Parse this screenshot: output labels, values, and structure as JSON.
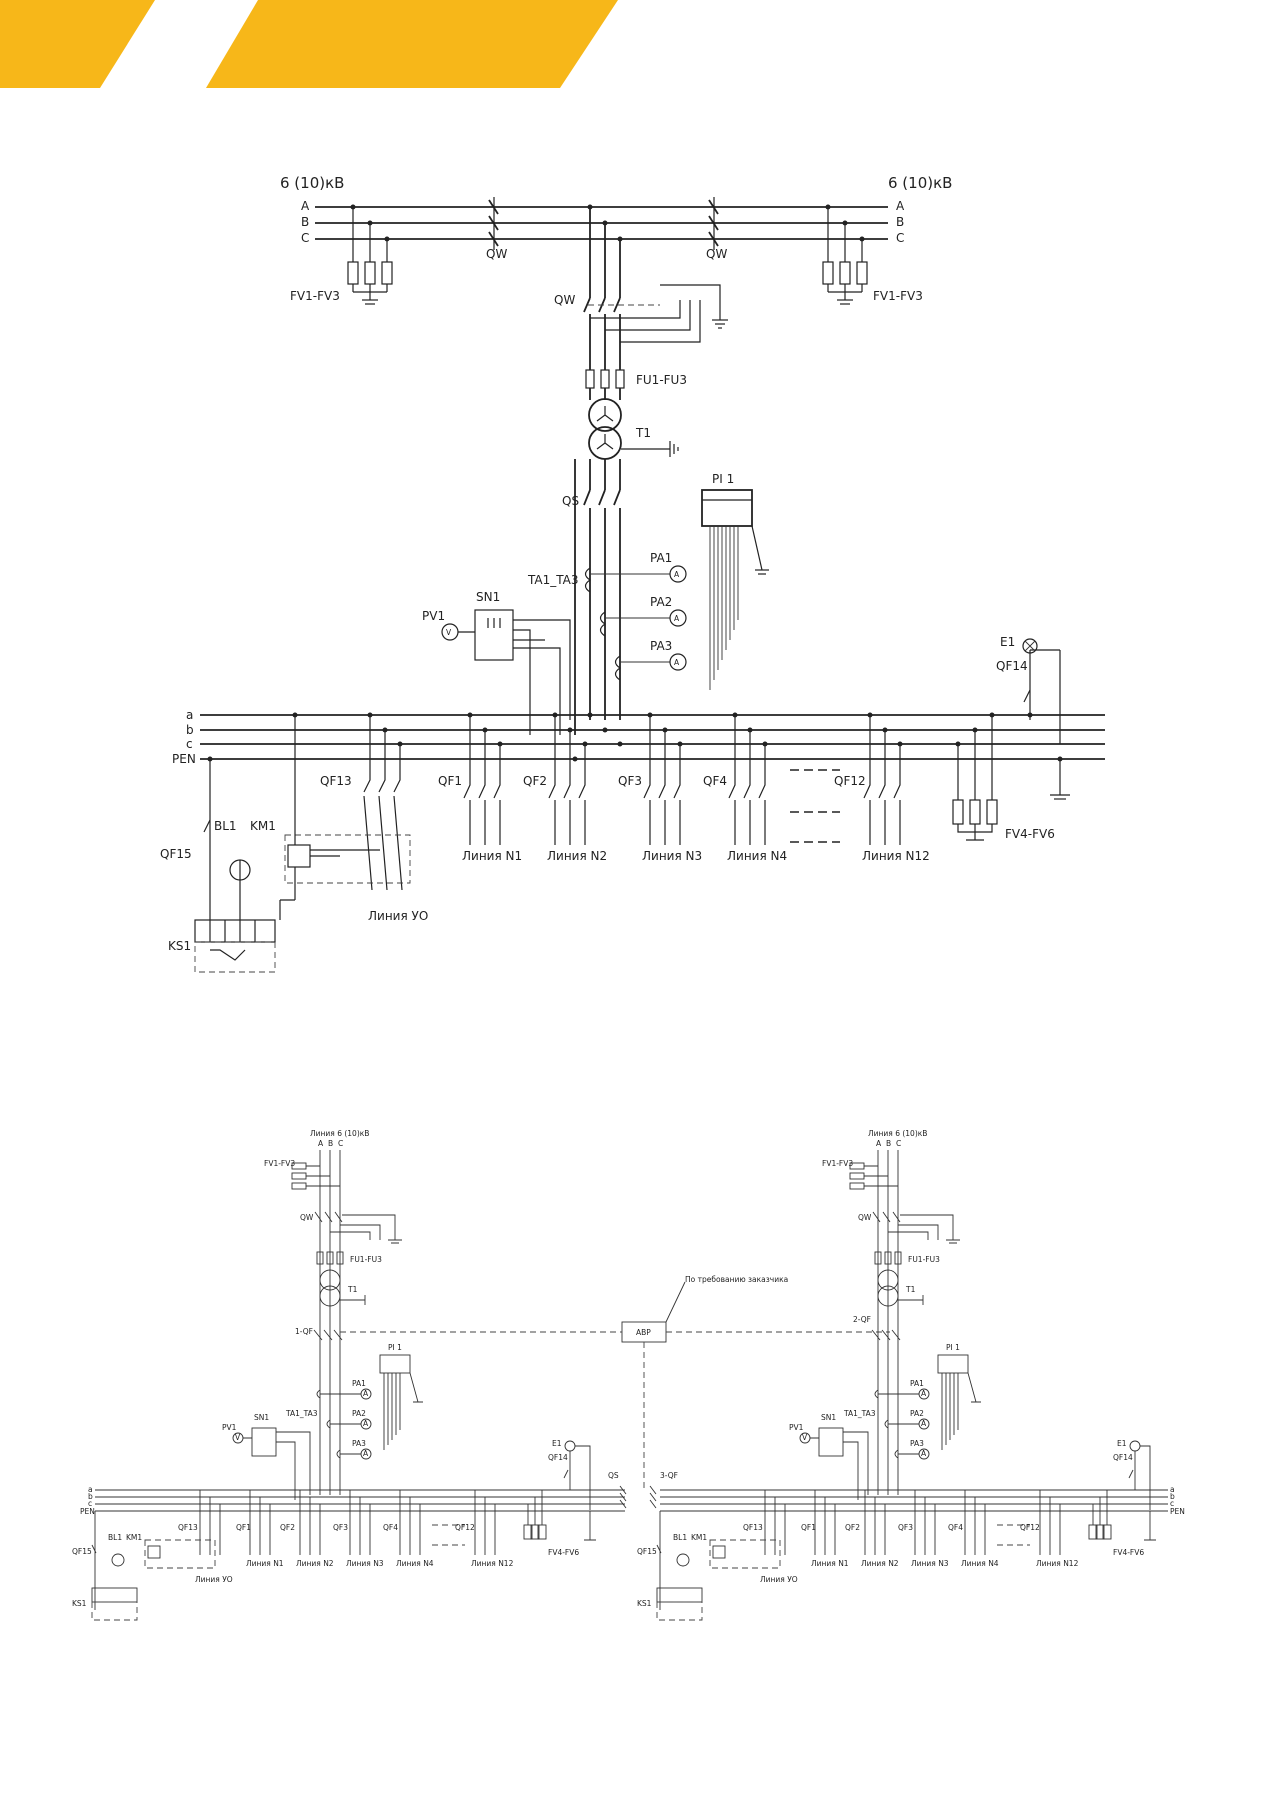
{
  "colors": {
    "banner": "#f7b719",
    "line": "#222222",
    "background": "#ffffff"
  },
  "diagram1": {
    "source_left": "6 (10)кВ",
    "source_right": "6 (10)кВ",
    "phases": [
      "A",
      "B",
      "C"
    ],
    "qw_left": "QW",
    "qw_right": "QW",
    "qw_main": "QW",
    "fv_left": "FV1-FV3",
    "fv_right": "FV1-FV3",
    "fu": "FU1-FU3",
    "transformer": "T1",
    "qs": "QS",
    "pi": "PI 1",
    "ta": "TA1_TA3",
    "pa1": "PA1",
    "pa2": "PA2",
    "pa3": "PA3",
    "ammeter": "A",
    "voltmeter": "V",
    "pv": "PV1",
    "sn": "SN1",
    "e1": "E1",
    "qf14": "QF14",
    "bus_a": "a",
    "bus_b": "b",
    "bus_c": "c",
    "bus_pen": "PEN",
    "qf13": "QF13",
    "bl1": "BL1",
    "km1": "KM1",
    "qf15": "QF15",
    "ks1": "KS1",
    "line_uo": "Линия УО",
    "qf1": "QF1",
    "qf2": "QF2",
    "qf3": "QF3",
    "qf4": "QF4",
    "qf12": "QF12",
    "line1": "Линия N1",
    "line2": "Линия N2",
    "line3": "Линия N3",
    "line4": "Линия N4",
    "line12": "Линия N12",
    "fv4": "FV4-FV6"
  },
  "diagram2": {
    "source_left": "Линия 6 (10)кВ",
    "source_right": "Линия 6 (10)кВ",
    "phases": [
      "A",
      "B",
      "C"
    ],
    "fv": "FV1-FV3",
    "qw": "QW",
    "fu": "FU1-FU3",
    "transformer": "T1",
    "qf_in_left": "1-QF",
    "qf_in_right": "2-QF",
    "qf_tie": "3-QF",
    "qs": "QS",
    "avr": "АВР",
    "avr_note": "По требованию заказчика",
    "pi": "PI 1",
    "ta": "TA1_TA3",
    "pa1": "PA1",
    "pa2": "PA2",
    "pa3": "PA3",
    "ammeter": "A",
    "voltmeter": "V",
    "sn": "SN1",
    "pv": "PV1",
    "e1": "E1",
    "qf14": "QF14",
    "bus_a": "a",
    "bus_b": "b",
    "bus_c": "c",
    "bus_pen": "PEN",
    "qf13": "QF13",
    "qf15": "QF15",
    "bl1": "BL1",
    "km1": "KM1",
    "ks1": "KS1",
    "line_uo": "Линия УО",
    "qf1": "QF1",
    "qf2": "QF2",
    "qf3": "QF3",
    "qf4": "QF4",
    "qf12": "QF12",
    "line1": "Линия N1",
    "line2": "Линия N2",
    "line3": "Линия N3",
    "line4": "Линия N4",
    "line12": "Линия N12",
    "fv4": "FV4-FV6"
  }
}
